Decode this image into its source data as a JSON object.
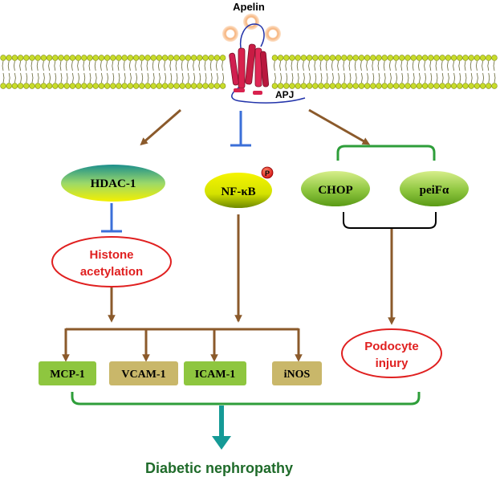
{
  "ligand": {
    "label": "Apelin"
  },
  "receptor": {
    "label": "APJ"
  },
  "nodes": {
    "hdac1": "HDAC-1",
    "nfkb": "NF-κB",
    "phospho": "P",
    "chop": "CHOP",
    "peif": "peiFα",
    "histone_line1": "Histone",
    "histone_line2": "acetylation",
    "podocyte_line1": "Podocyte",
    "podocyte_line2": "injury",
    "mcp1": "MCP-1",
    "vcam1": "VCAM-1",
    "icam1": "ICAM-1",
    "inos": "iNOS",
    "outcome": "Diabetic nephropathy"
  },
  "colors": {
    "arrow_brown": "#8b5a2b",
    "inhibit_blue": "#3b6fd8",
    "bracket_green": "#2e9e3a",
    "outcome_teal": "#159a96",
    "outcome_text": "#1f6b2a",
    "red_text": "#e02020",
    "membrane_head": "#c8dc2a",
    "receptor": "#d8224e",
    "halo": "#f6b27a"
  }
}
